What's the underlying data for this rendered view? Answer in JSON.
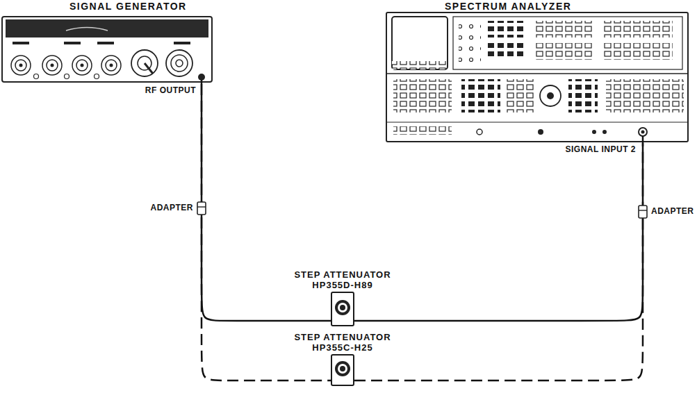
{
  "diagram": {
    "nodes": [
      {
        "text": [
          "SIGNAL GENERATOR"
        ]
      },
      {
        "text": [
          "SPECTRUM ANALYZER"
        ]
      },
      {
        "text": [
          "STEP ATTENUATOR",
          "HP355D-H89"
        ]
      },
      {
        "text": [
          "STEP ATTENUATOR",
          "HP355C-H25"
        ]
      }
    ],
    "edges": [
      {
        "from": 0,
        "to": 2,
        "arrow": "none"
      },
      {
        "from": 2,
        "to": 1,
        "arrow": "none"
      },
      {
        "from": 0,
        "to": 3,
        "arrow": "none"
      },
      {
        "from": 3,
        "to": 1,
        "arrow": "none"
      }
    ],
    "labels": [
      "RF OUTPUT",
      "SIGNAL INPUT 2",
      "ADAPTER",
      "ADAPTER"
    ]
  }
}
